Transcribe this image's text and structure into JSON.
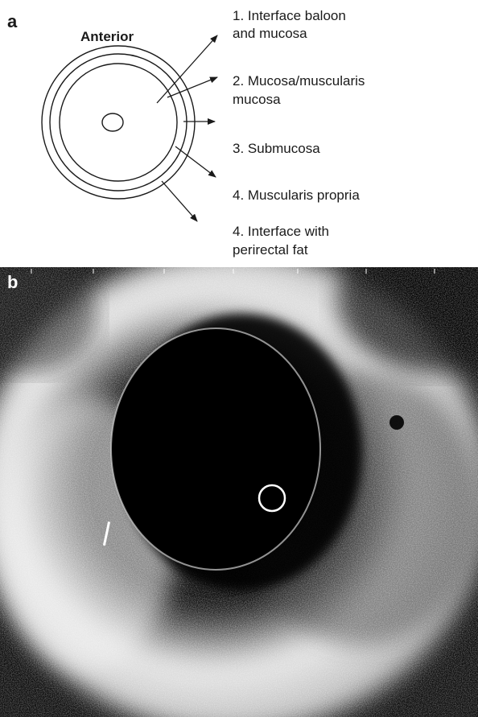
{
  "panel_a": {
    "letter": "a",
    "orientation_label": "Anterior",
    "layers": [
      {
        "lines": [
          "1. Interface baloon",
          "and mucosa"
        ]
      },
      {
        "lines": [
          "2. Mucosa/muscularis",
          "mucosa"
        ]
      },
      {
        "lines": [
          "3. Submucosa"
        ]
      },
      {
        "lines": [
          "4. Muscularis propria"
        ]
      },
      {
        "lines": [
          "4. Interface with",
          "perirectal fat"
        ]
      }
    ]
  },
  "panel_b": {
    "letter": "b"
  }
}
